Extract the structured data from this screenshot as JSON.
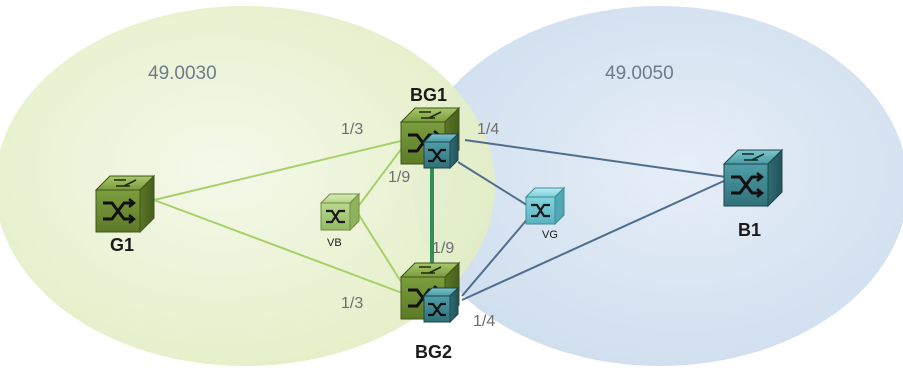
{
  "areas": {
    "left": {
      "label": "49.0030",
      "color": "#e6f0c9"
    },
    "right": {
      "label": "49.0050",
      "color": "#d7e4f1"
    }
  },
  "nodes": {
    "g1": {
      "label": "G1",
      "type": "green-switch"
    },
    "vb": {
      "label": "VB",
      "type": "green-switch-small"
    },
    "bg1": {
      "label": "BG1",
      "type": "green-switch-with-blue"
    },
    "bg2": {
      "label": "BG2",
      "type": "green-switch-with-blue"
    },
    "vg": {
      "label": "VG",
      "type": "blue-switch-small"
    },
    "b1": {
      "label": "B1",
      "type": "blue-switch"
    }
  },
  "ports": {
    "bg1_g1": "1/3",
    "bg1_b1": "1/4",
    "bg1_vb": "1/9",
    "bg2_bg1": "1/9",
    "bg2_g1": "1/3",
    "bg2_b1": "1/4"
  },
  "colors": {
    "green_link": "#a9cf6a",
    "blue_link": "#4f6d8c",
    "core_link": "#2f8f55",
    "green_switch": "#7da23f",
    "blue_switch": "#3f8f9b"
  }
}
